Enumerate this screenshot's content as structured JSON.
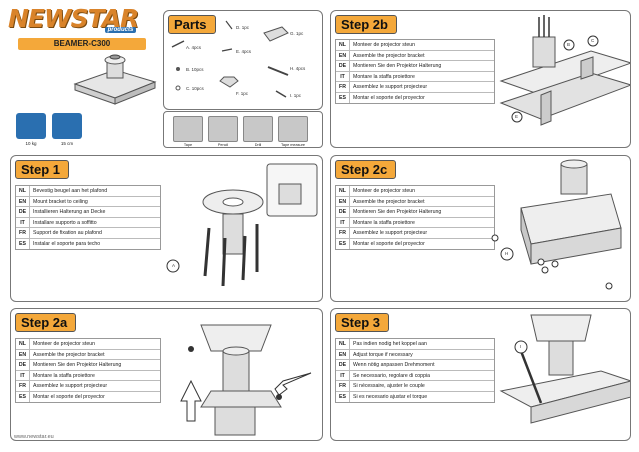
{
  "brand": {
    "name": "NEWSTAR",
    "tagline": "products",
    "model": "BEAMER-C300"
  },
  "specs": [
    {
      "label": "10 kg",
      "icon": "weight-icon"
    },
    {
      "label": "15 cm",
      "icon": "length-icon"
    }
  ],
  "parts": {
    "title": "Parts",
    "items": [
      {
        "label": "A. 4pcs"
      },
      {
        "label": "B. 10pcs"
      },
      {
        "label": "C. 10pcs"
      },
      {
        "label": "D. 1pc"
      },
      {
        "label": "E. 4pcs"
      },
      {
        "label": "F. 1pc"
      },
      {
        "label": "G. 1pc"
      },
      {
        "label": "H. 4pcs"
      },
      {
        "label": "I. 1pc"
      }
    ],
    "tools": [
      {
        "label": "Tape"
      },
      {
        "label": "Pencil"
      },
      {
        "label": "Drill"
      },
      {
        "label": "Tape measure"
      }
    ]
  },
  "steps": {
    "step1": {
      "title": "Step 1",
      "rows": [
        {
          "code": "NL",
          "text": "Bevestig beugel aan het plafond"
        },
        {
          "code": "EN",
          "text": "Mount bracket to ceiling"
        },
        {
          "code": "DE",
          "text": "Installieren Halterung an Decke"
        },
        {
          "code": "IT",
          "text": "Installare supporto a soffitto"
        },
        {
          "code": "FR",
          "text": "Support de fixation au plafond"
        },
        {
          "code": "ES",
          "text": "Instalar el soporte para techo"
        }
      ],
      "callout": "A"
    },
    "step2a": {
      "title": "Step 2a",
      "rows": [
        {
          "code": "NL",
          "text": "Monteer de projector steun"
        },
        {
          "code": "EN",
          "text": "Assemble the projector bracket"
        },
        {
          "code": "DE",
          "text": "Montieren Sie den Projektor Halterung"
        },
        {
          "code": "IT",
          "text": "Montare la staffa proiettore"
        },
        {
          "code": "FR",
          "text": "Assemblez le support projecteur"
        },
        {
          "code": "ES",
          "text": "Montar el soporte del proyector"
        }
      ]
    },
    "step2b": {
      "title": "Step 2b",
      "rows": [
        {
          "code": "NL",
          "text": "Monteer de projector steun"
        },
        {
          "code": "EN",
          "text": "Assemble the projector bracket"
        },
        {
          "code": "DE",
          "text": "Montieren Sie den Projektor Halterung"
        },
        {
          "code": "IT",
          "text": "Montare la staffa proiettore"
        },
        {
          "code": "FR",
          "text": "Assemblez le support projecteur"
        },
        {
          "code": "ES",
          "text": "Montar el soporte del proyector"
        }
      ],
      "callouts": [
        "B",
        "C",
        "E"
      ]
    },
    "step2c": {
      "title": "Step 2c",
      "rows": [
        {
          "code": "NL",
          "text": "Monteer de projector steun"
        },
        {
          "code": "EN",
          "text": "Assemble the projector bracket"
        },
        {
          "code": "DE",
          "text": "Montieren Sie den Projektor Halterung"
        },
        {
          "code": "IT",
          "text": "Montare la staffa proiettore"
        },
        {
          "code": "FR",
          "text": "Assemblez le support projecteur"
        },
        {
          "code": "ES",
          "text": "Montar el soporte del proyector"
        }
      ],
      "callout": "H"
    },
    "step3": {
      "title": "Step 3",
      "rows": [
        {
          "code": "NL",
          "text": "Pas indien nodig het koppel aan"
        },
        {
          "code": "EN",
          "text": "Adjust torque if necessary"
        },
        {
          "code": "DE",
          "text": "Wenn nötig anpassen Drehmoment"
        },
        {
          "code": "IT",
          "text": "Se necessario, regolare di coppia"
        },
        {
          "code": "FR",
          "text": "Si nécessaire, ajuster le couple"
        },
        {
          "code": "ES",
          "text": "Si es necesario ajustar el torque"
        }
      ],
      "callout": "I"
    }
  },
  "footer": {
    "url": "www.newstar.eu"
  },
  "colors": {
    "accent": "#f4a83a",
    "blue": "#2a6fb0",
    "border": "#777777"
  }
}
